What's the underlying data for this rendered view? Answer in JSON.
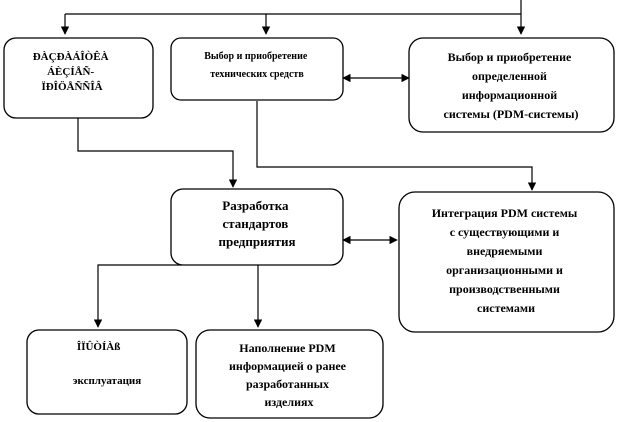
{
  "colors": {
    "stroke": "#000000",
    "fill": "#ffffff",
    "text": "#000000"
  },
  "boxes": {
    "top_left": [
      "ÐÀÇÐÀÁÎÒÊÀ",
      "ÁÈÇÍÅÑ-",
      "ÏÐÎÖÅÑÑÎÂ"
    ],
    "top_middle": [
      "Выбор и приобретение",
      "технических  средств"
    ],
    "top_right": [
      "Выбор и приобретение",
      "определенной",
      "информационной",
      "системы (PDM-системы)"
    ],
    "center": [
      "Разработка",
      "стандартов",
      "предприятия"
    ],
    "right": [
      "Интеграция PDM системы",
      "с существующими  и",
      "внедряемыми",
      "организационными и",
      "производственными",
      "системами"
    ],
    "bottom_left": [
      "ÎÏÛÒÍÀß",
      "",
      "эксплуатация"
    ],
    "bottom_middle": [
      "Наполнение PDM",
      "информацией о ранее",
      "разработанных",
      "изделиях"
    ]
  }
}
